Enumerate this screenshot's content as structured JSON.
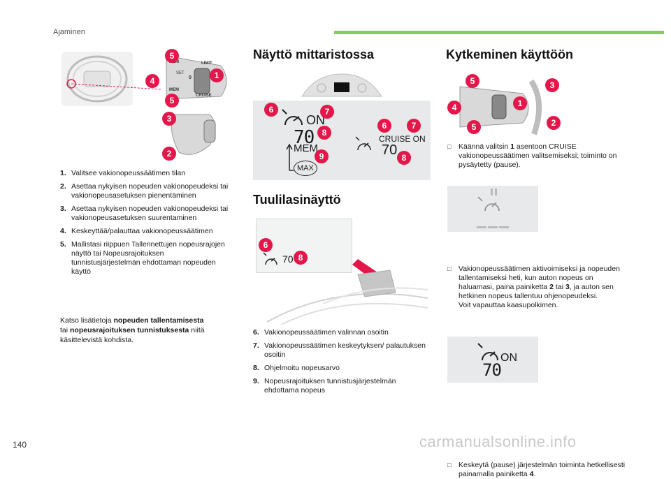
{
  "header": {
    "section": "Ajaminen",
    "page_number": "140",
    "watermark": "carmanualsonline.info"
  },
  "colors": {
    "accent": "#8ccb5b",
    "badge": "#e4174b"
  },
  "left": {
    "items": [
      {
        "num": "1.",
        "text": "Valitsee vakionopeussäätimen tilan"
      },
      {
        "num": "2.",
        "text": "Asettaa nykyisen nopeuden vakionopeudeksi tai vakionopeusasetuksen pienentäminen"
      },
      {
        "num": "3.",
        "text": "Asettaa nykyisen nopeuden vakionopeudeksi tai vakionopeusasetuksen suurentaminen"
      },
      {
        "num": "4.",
        "text": "Keskeyttää/palauttaa vakionopeussäätimen"
      },
      {
        "num": "5.",
        "text": "Mallistasi riippuen Tallennettujen nopeusrajojen näyttö tai Nopeusrajoituksen tunnistusjärjestelmän ehdottaman nopeuden käyttö"
      }
    ],
    "note_pre": "Katso lisätietoja ",
    "note_bold1": "nopeuden tallentamisesta",
    "note_mid": "tai ",
    "note_bold2": "nopeusrajoituksen tunnistuksesta",
    "note_post": " niitä käsittelevistä kohdista.",
    "figure_badges": [
      "5",
      "4",
      "1",
      "5",
      "3",
      "2"
    ],
    "stalk_labels": {
      "limit": "LIMIT",
      "mem": "MEM",
      "set": "SET",
      "zero": "0",
      "cruise": "CRUISE"
    }
  },
  "middle": {
    "title1": "Näyttö mittaristossa",
    "title2": "Tuulilasinäyttö",
    "display": {
      "on": "ON",
      "speed": "70",
      "mem": "MEM",
      "max": "MAX",
      "cruise_on": "CRUISE ON"
    },
    "hud_speed": "70",
    "badges": [
      "6",
      "7",
      "8",
      "9",
      "6",
      "7",
      "8",
      "6",
      "8"
    ],
    "items": [
      {
        "num": "6.",
        "text": "Vakionopeussäätimen valinnan osoitin"
      },
      {
        "num": "7.",
        "text": "Vakionopeussäätimen keskeytyksen/ palautuksen osoitin"
      },
      {
        "num": "8.",
        "text": "Ohjelmoitu nopeusarvo"
      },
      {
        "num": "9.",
        "text": "Nopeusrajoituksen tunnistusjärjestelmän ehdottama nopeus"
      }
    ]
  },
  "right": {
    "title": "Kytkeminen käyttöön",
    "badges": [
      "5",
      "3",
      "4",
      "1",
      "5",
      "2"
    ],
    "step1_a": "Käännä valitsin ",
    "step1_b": "1",
    "step1_c": " asentoon CRUISE vakionopeussäätimen valitsemiseksi; toiminto on pysäytetty (pause).",
    "step2_a": "Vakionopeussäätimen aktivoimiseksi ja nopeuden tallentamiseksi heti, kun auton nopeus on haluamasi, paina painiketta ",
    "step2_b": "2",
    "step2_c": " tai ",
    "step2_d": "3",
    "step2_e": ", ja auton sen hetkinen nopeus tallentuu ohjenopeudeksi.",
    "step2_f": "Voit vapauttaa kaasupolkimen.",
    "display_on": "ON",
    "display_speed": "70",
    "step3_a": "Keskeytä (pause) järjestelmän toiminta hetkellisesti painamalla painiketta ",
    "step3_b": "4",
    "step3_c": "."
  }
}
